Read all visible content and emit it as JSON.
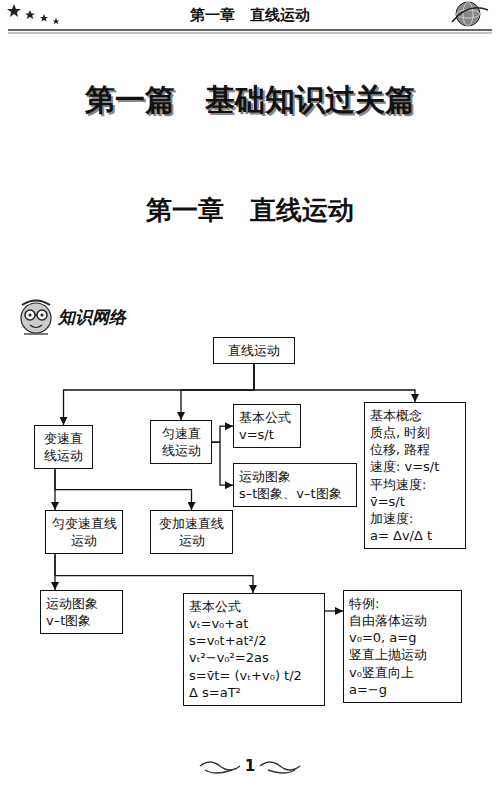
{
  "diagram": {
    "title": "第一篇　基础知识过关篇",
    "nodes": [
      {
        "text": [
          "直线运动"
        ]
      },
      {
        "text": [
          "变速直线运动"
        ]
      },
      {
        "text": [
          "匀速直线运动"
        ]
      },
      {
        "text": [
          "基本公式",
          "v=s/t"
        ]
      },
      {
        "text": [
          "运动图象",
          "s–t图象、v–t图象"
        ]
      },
      {
        "text": [
          "基本概念",
          "质点, 时刻",
          "位移, 路程",
          "速度: v=s/t",
          "平均速度:",
          "v̄=s/t",
          "加速度:",
          "a= Δv/Δ t"
        ]
      },
      {
        "text": [
          "匀变速直线运动"
        ]
      },
      {
        "text": [
          "变加速直线运动"
        ]
      },
      {
        "text": [
          "运动图象",
          "v–t图象"
        ]
      },
      {
        "text": [
          "基本公式",
          "vₜ=v₀+at",
          "s=v₀t+at²/2",
          "vₜ²−v₀²=2as",
          "s=v̄t= (vₜ+v₀) t/2",
          "Δ s=aT²"
        ]
      },
      {
        "text": [
          "特例:",
          "自由落体运动",
          "v₀=0, a=g",
          "竖直上抛运动",
          "v₀竖直向上",
          "a=−g"
        ]
      }
    ],
    "edges": [
      {
        "from": 0,
        "to": 1,
        "arrow": "to"
      },
      {
        "from": 0,
        "to": 2,
        "arrow": "to"
      },
      {
        "from": 0,
        "to": 5,
        "arrow": "to"
      },
      {
        "from": 2,
        "to": 3,
        "arrow": "to"
      },
      {
        "from": 2,
        "to": 4,
        "arrow": "to"
      },
      {
        "from": 1,
        "to": 6,
        "arrow": "to"
      },
      {
        "from": 1,
        "to": 7,
        "arrow": "to"
      },
      {
        "from": 6,
        "to": 8,
        "arrow": "to"
      },
      {
        "from": 6,
        "to": 9,
        "arrow": "to"
      },
      {
        "from": 9,
        "to": 10,
        "arrow": "to"
      }
    ],
    "labels": [
      "第一章　直线运动",
      "第一章　直线运动",
      "知识网络",
      "1"
    ]
  }
}
